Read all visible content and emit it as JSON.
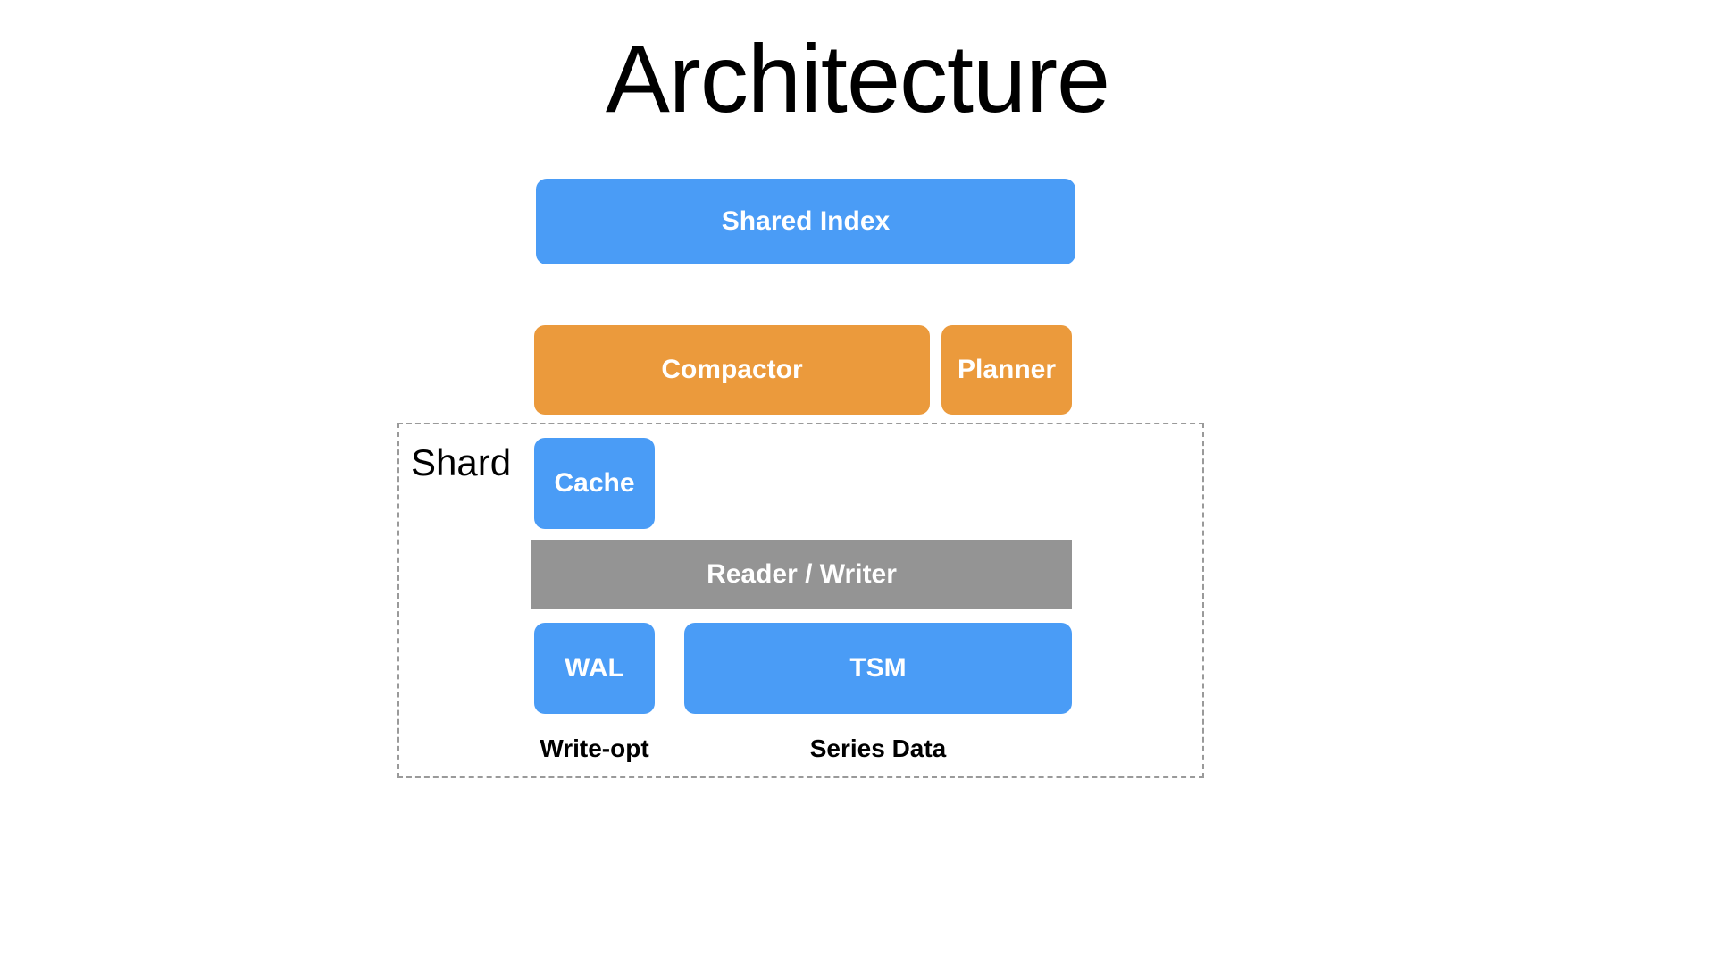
{
  "slide": {
    "title": "Architecture",
    "background_color": "#ffffff"
  },
  "palette": {
    "blue": "#4a9cf6",
    "orange": "#eb9a3c",
    "gray": "#949494",
    "dashed_border": "#9a9a9a",
    "text_on_fill": "#ffffff",
    "text_plain": "#000000"
  },
  "diagram": {
    "top_layer": {
      "shared_index": {
        "label": "Shared Index",
        "color": "#4a9cf6",
        "shape": "rounded-rect"
      }
    },
    "compaction_layer": [
      {
        "label": "Compactor",
        "color": "#eb9a3c",
        "shape": "rounded-rect"
      },
      {
        "label": "Planner",
        "color": "#eb9a3c",
        "shape": "rounded-rect"
      }
    ],
    "shard": {
      "label": "Shard",
      "border_style": "dashed",
      "nodes": [
        {
          "label": "Cache",
          "color": "#4a9cf6",
          "shape": "rounded-rect"
        },
        {
          "label": "Reader / Writer",
          "color": "#949494",
          "shape": "rect"
        },
        {
          "label": "WAL",
          "color": "#4a9cf6",
          "shape": "rounded-rect"
        },
        {
          "label": "TSM",
          "color": "#4a9cf6",
          "shape": "rounded-rect"
        }
      ],
      "captions": [
        {
          "label": "Write-opt",
          "describes": "WAL"
        },
        {
          "label": "Series Data",
          "describes": "TSM"
        }
      ]
    }
  }
}
